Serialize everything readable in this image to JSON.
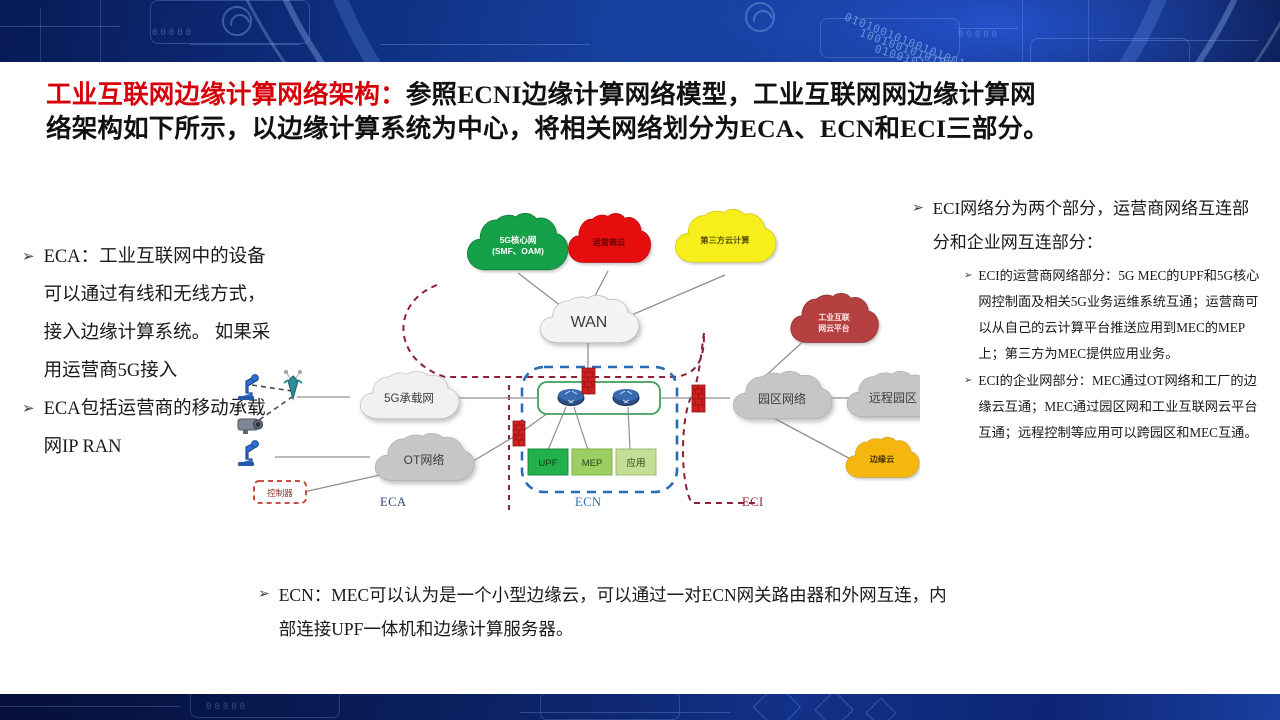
{
  "slide": {
    "title_highlight": "工业互联网边缘计算网络架构：",
    "title_rest_line1": "参照ECNI边缘计算网络模型，工业互联网网边缘计算网",
    "title_line2": "络架构如下所示，以边缘计算系统为中心，将相关网络划分为ECA、ECN和ECI三部分。"
  },
  "left_block": {
    "bullet_glyph": "➢",
    "items": [
      "ECA：工业互联网中的设备可以通过有线和无线方式，接入边缘计算系统。 如果采用运营商5G接入",
      "ECA包括运营商的移动承载网IP RAN"
    ]
  },
  "right_block": {
    "bullet_glyph": "➢",
    "sub_bullet_glyph": "➢",
    "lead": "ECI网络分为两个部分，运营商网络互连部分和企业网互连部分：",
    "sub_items": [
      "ECI的运营商网络部分：5G MEC的UPF和5G核心网控制面及相关5G业务运维系统互通；运营商可以从自己的云计算平台推送应用到MEC的MEP上；第三方为MEC提供应用业务。",
      "ECI的企业网部分：MEC通过OT网络和工厂的边缘云互通；MEC通过园区网和工业互联网云平台互通；远程控制等应用可以跨园区和MEC互通。"
    ]
  },
  "bottom_block": {
    "bullet_glyph": "➢",
    "text": "ECN：MEC可以认为是一个小型边缘云，可以通过一对ECN网关路由器和外网互连，内部连接UPF一体机和边缘计算服务器。"
  },
  "diagram": {
    "clouds": {
      "core_5g": "5G核心网",
      "core_5g_sub": "(SMF、OAM)",
      "operator_cloud": "运营商云",
      "third_party_cloud": "第三方云计算",
      "wan": "WAN",
      "bearer_5g": "5G承载网",
      "ot_network": "OT网络",
      "campus_network": "园区网络",
      "remote_campus": "远程园区",
      "iiot_cloud_line1": "工业互联",
      "iiot_cloud_line2": "网云平台",
      "edge_cloud": "边缘云"
    },
    "ecn_boxes": {
      "upf": "UPF",
      "mep": "MEP",
      "app": "应用"
    },
    "controller": "控制器",
    "zones": {
      "eca": "ECA",
      "ecn": "ECN",
      "eci": "ECI"
    },
    "colors": {
      "core_5g": "#12a04a",
      "operator_cloud": "#e50f0f",
      "third_party_cloud": "#f7ef1c",
      "iiot_cloud": "#b5413f",
      "edge_cloud": "#f5b60a",
      "gray_cloud": "#c6c6c6",
      "wan_cloud": "#f2f2f2",
      "upf": "#22b14c",
      "mep": "#9ccf63",
      "app": "#c3df95",
      "ecn_dash": "#2b6cb8",
      "eca_dash": "#8b2050",
      "eci_dash": "#8b2036",
      "firewall": "#c81f1f",
      "router": "#1e4b8f",
      "link": "#8a8a8a"
    }
  }
}
